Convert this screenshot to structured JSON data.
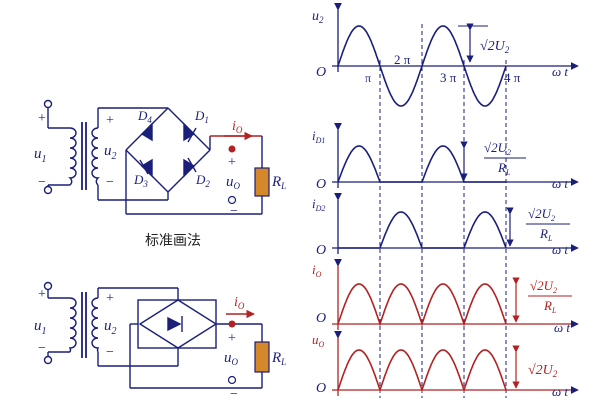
{
  "colors": {
    "ink": "#1a1f7a",
    "accent": "#b22222",
    "node": "#b22222",
    "resistor": "#d4882a",
    "wave": "#b22222"
  },
  "circuit_top": {
    "u1": "u",
    "u1_sub": "1",
    "u2": "u",
    "u2_sub": "2",
    "d4": "D",
    "d4_sub": "4",
    "d1": "D",
    "d1_sub": "1",
    "d3": "D",
    "d3_sub": "3",
    "d2": "D",
    "d2_sub": "2",
    "io": "i",
    "io_sub": "O",
    "uo": "u",
    "uo_sub": "O",
    "rl": "R",
    "rl_sub": "L",
    "plus": "+",
    "minus": "−"
  },
  "caption": "标准画法",
  "circuit_bottom": {
    "u1": "u",
    "u1_sub": "1",
    "u2": "u",
    "u2_sub": "2",
    "io": "i",
    "io_sub": "O",
    "uo": "u",
    "uo_sub": "O",
    "rl": "R",
    "rl_sub": "L",
    "plus": "+",
    "minus": "−"
  },
  "waves": {
    "u2": {
      "ylabel": "u",
      "ylabel_sub": "2",
      "origin": "O",
      "xlabel": "ω t",
      "amp": "√2U",
      "amp_sub": "2",
      "ticks": [
        "π",
        "2 π",
        "3 π",
        "4 π"
      ]
    },
    "id1": {
      "ylabel": "i",
      "ylabel_sub": "D1",
      "origin": "O",
      "xlabel": "ω t",
      "amp_num": "√2U",
      "amp_num_sub": "2",
      "amp_den": "R",
      "amp_den_sub": "L"
    },
    "id2": {
      "ylabel": "i",
      "ylabel_sub": "D2",
      "origin": "O",
      "xlabel": "ω t",
      "amp_num": "√2U",
      "amp_num_sub": "2",
      "amp_den": "R",
      "amp_den_sub": "L"
    },
    "io": {
      "ylabel": "i",
      "ylabel_sub": "O",
      "origin": "O",
      "xlabel": "ω t",
      "amp_num": "√2U",
      "amp_num_sub": "2",
      "amp_den": "R",
      "amp_den_sub": "L"
    },
    "uo": {
      "ylabel": "u",
      "ylabel_sub": "O",
      "origin": "O",
      "xlabel": "ω t",
      "amp": "√2U",
      "amp_sub": "2"
    }
  }
}
